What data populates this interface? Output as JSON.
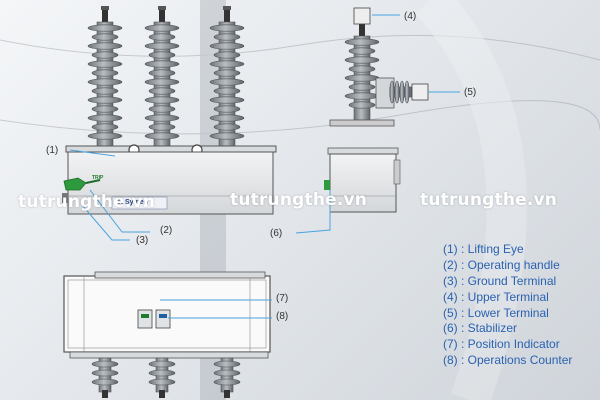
{
  "callouts": {
    "c1": "(1)",
    "c2": "(2)",
    "c3": "(3)",
    "c4": "(4)",
    "c5": "(5)",
    "c6": "(6)",
    "c7": "(7)",
    "c8": "(8)"
  },
  "watermark": "tutrungthe.vn",
  "nameplate_text": "H Symen",
  "trip_text": "TRIP",
  "legend": [
    "(1) : Lifting Eye",
    "(2) : Operating handle",
    "(3) : Ground Terminal",
    "(4) : Upper Terminal",
    "(5) : Lower Terminal",
    "(6) : Stabilizer",
    "(7) : Position Indicator",
    "(8) : Operations Counter"
  ],
  "colors": {
    "legend_text": "#2a62b0",
    "leader_line": "#4aa3df",
    "insulator": "#8c9196",
    "handle": "#2e9a3e"
  }
}
